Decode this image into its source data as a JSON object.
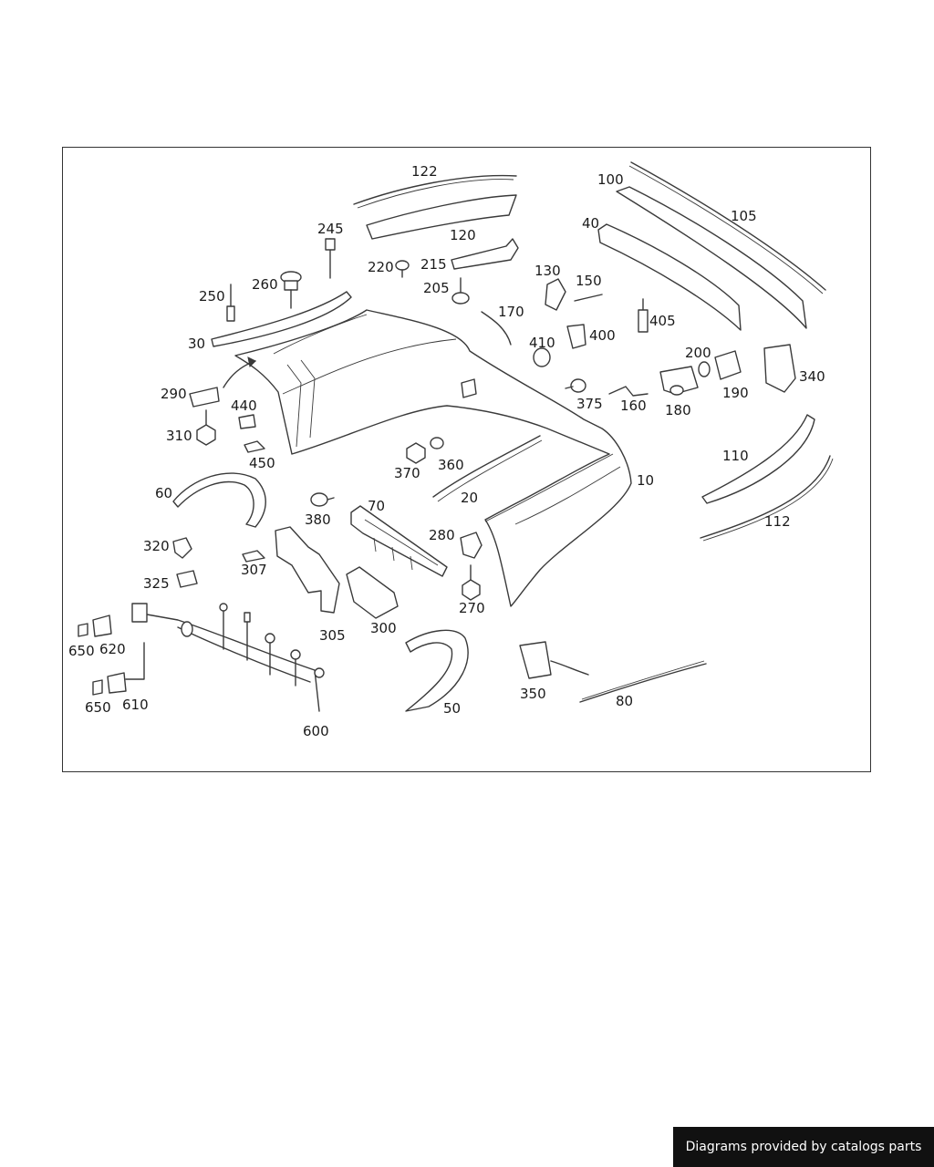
{
  "footer": {
    "text": "Diagrams provided by catalogs parts"
  },
  "labels": {
    "l122": "122",
    "l100": "100",
    "l105": "105",
    "l40": "40",
    "l120": "120",
    "l245": "245",
    "l220": "220",
    "l215": "215",
    "l205": "205",
    "l260": "260",
    "l250": "250",
    "l30": "30",
    "l130": "130",
    "l150": "150",
    "l170": "170",
    "l405": "405",
    "l410": "410",
    "l400": "400",
    "l200": "200",
    "l190": "190",
    "l340": "340",
    "l180": "180",
    "l375": "375",
    "l160": "160",
    "l290": "290",
    "l440": "440",
    "l310": "310",
    "l450": "450",
    "l370": "370",
    "l360": "360",
    "l20": "20",
    "l10": "10",
    "l110": "110",
    "l112": "112",
    "l60": "60",
    "l380": "380",
    "l70": "70",
    "l280": "280",
    "l320": "320",
    "l307": "307",
    "l325": "325",
    "l270": "270",
    "l305": "305",
    "l300": "300",
    "l650a": "650",
    "l620": "620",
    "l650b": "650",
    "l610": "610",
    "l600": "600",
    "l50": "50",
    "l350": "350",
    "l80": "80"
  }
}
